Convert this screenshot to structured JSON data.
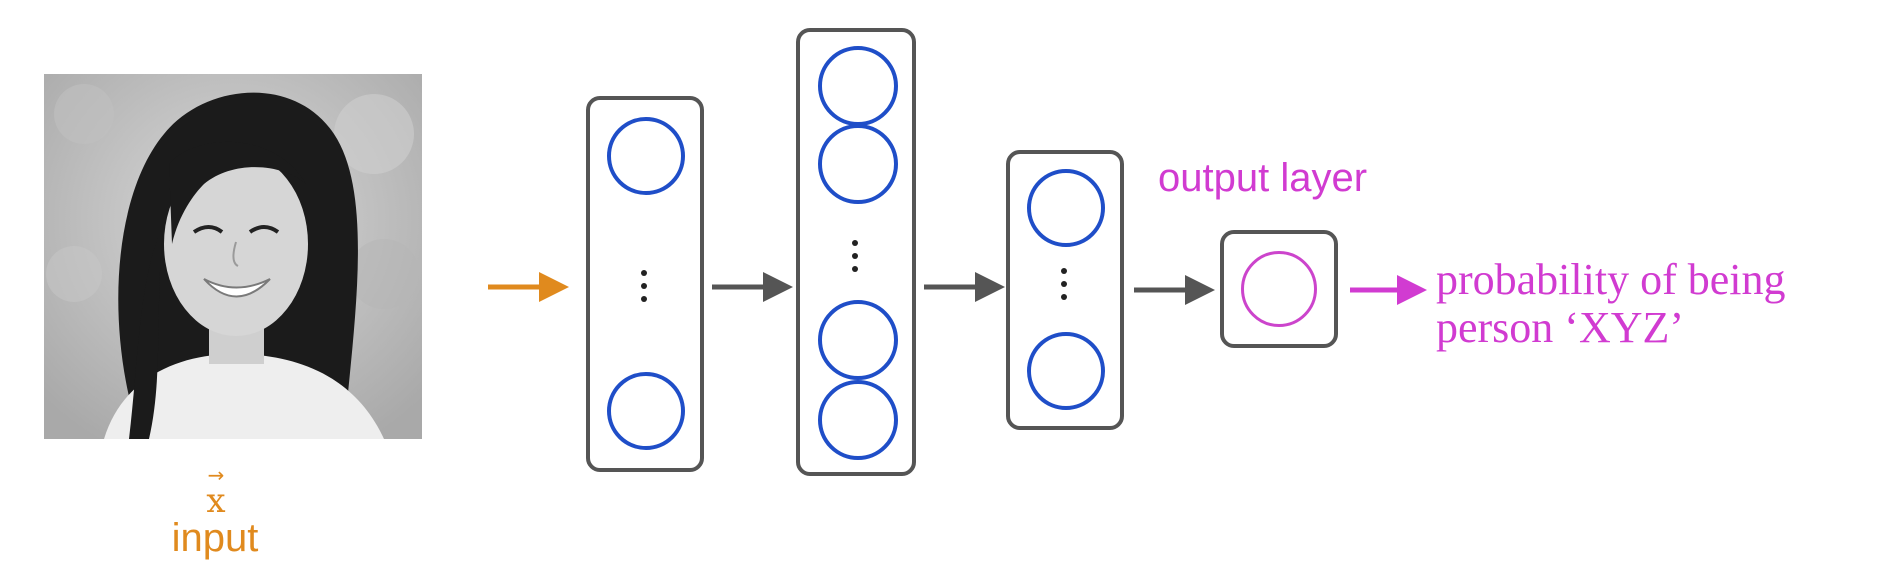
{
  "input": {
    "vector_symbol": "x",
    "vector_arrow": "→",
    "label": "input"
  },
  "image": {
    "description_icon": "face-photo"
  },
  "network": {
    "hidden_layers": [
      {
        "neurons_shown": 2,
        "has_ellipsis": true
      },
      {
        "neurons_shown": 4,
        "has_ellipsis": true
      },
      {
        "neurons_shown": 2,
        "has_ellipsis": true
      }
    ],
    "output_layer": {
      "label": "output layer",
      "neurons_shown": 1
    }
  },
  "result": {
    "line1": "probability of being",
    "line2": "person ‘XYZ’"
  },
  "colors": {
    "input_accent": "#E08A1E",
    "output_accent": "#D13BD1",
    "neuron_stroke": "#1F4EC8",
    "box_stroke": "#555555",
    "arrow": "#555555"
  }
}
